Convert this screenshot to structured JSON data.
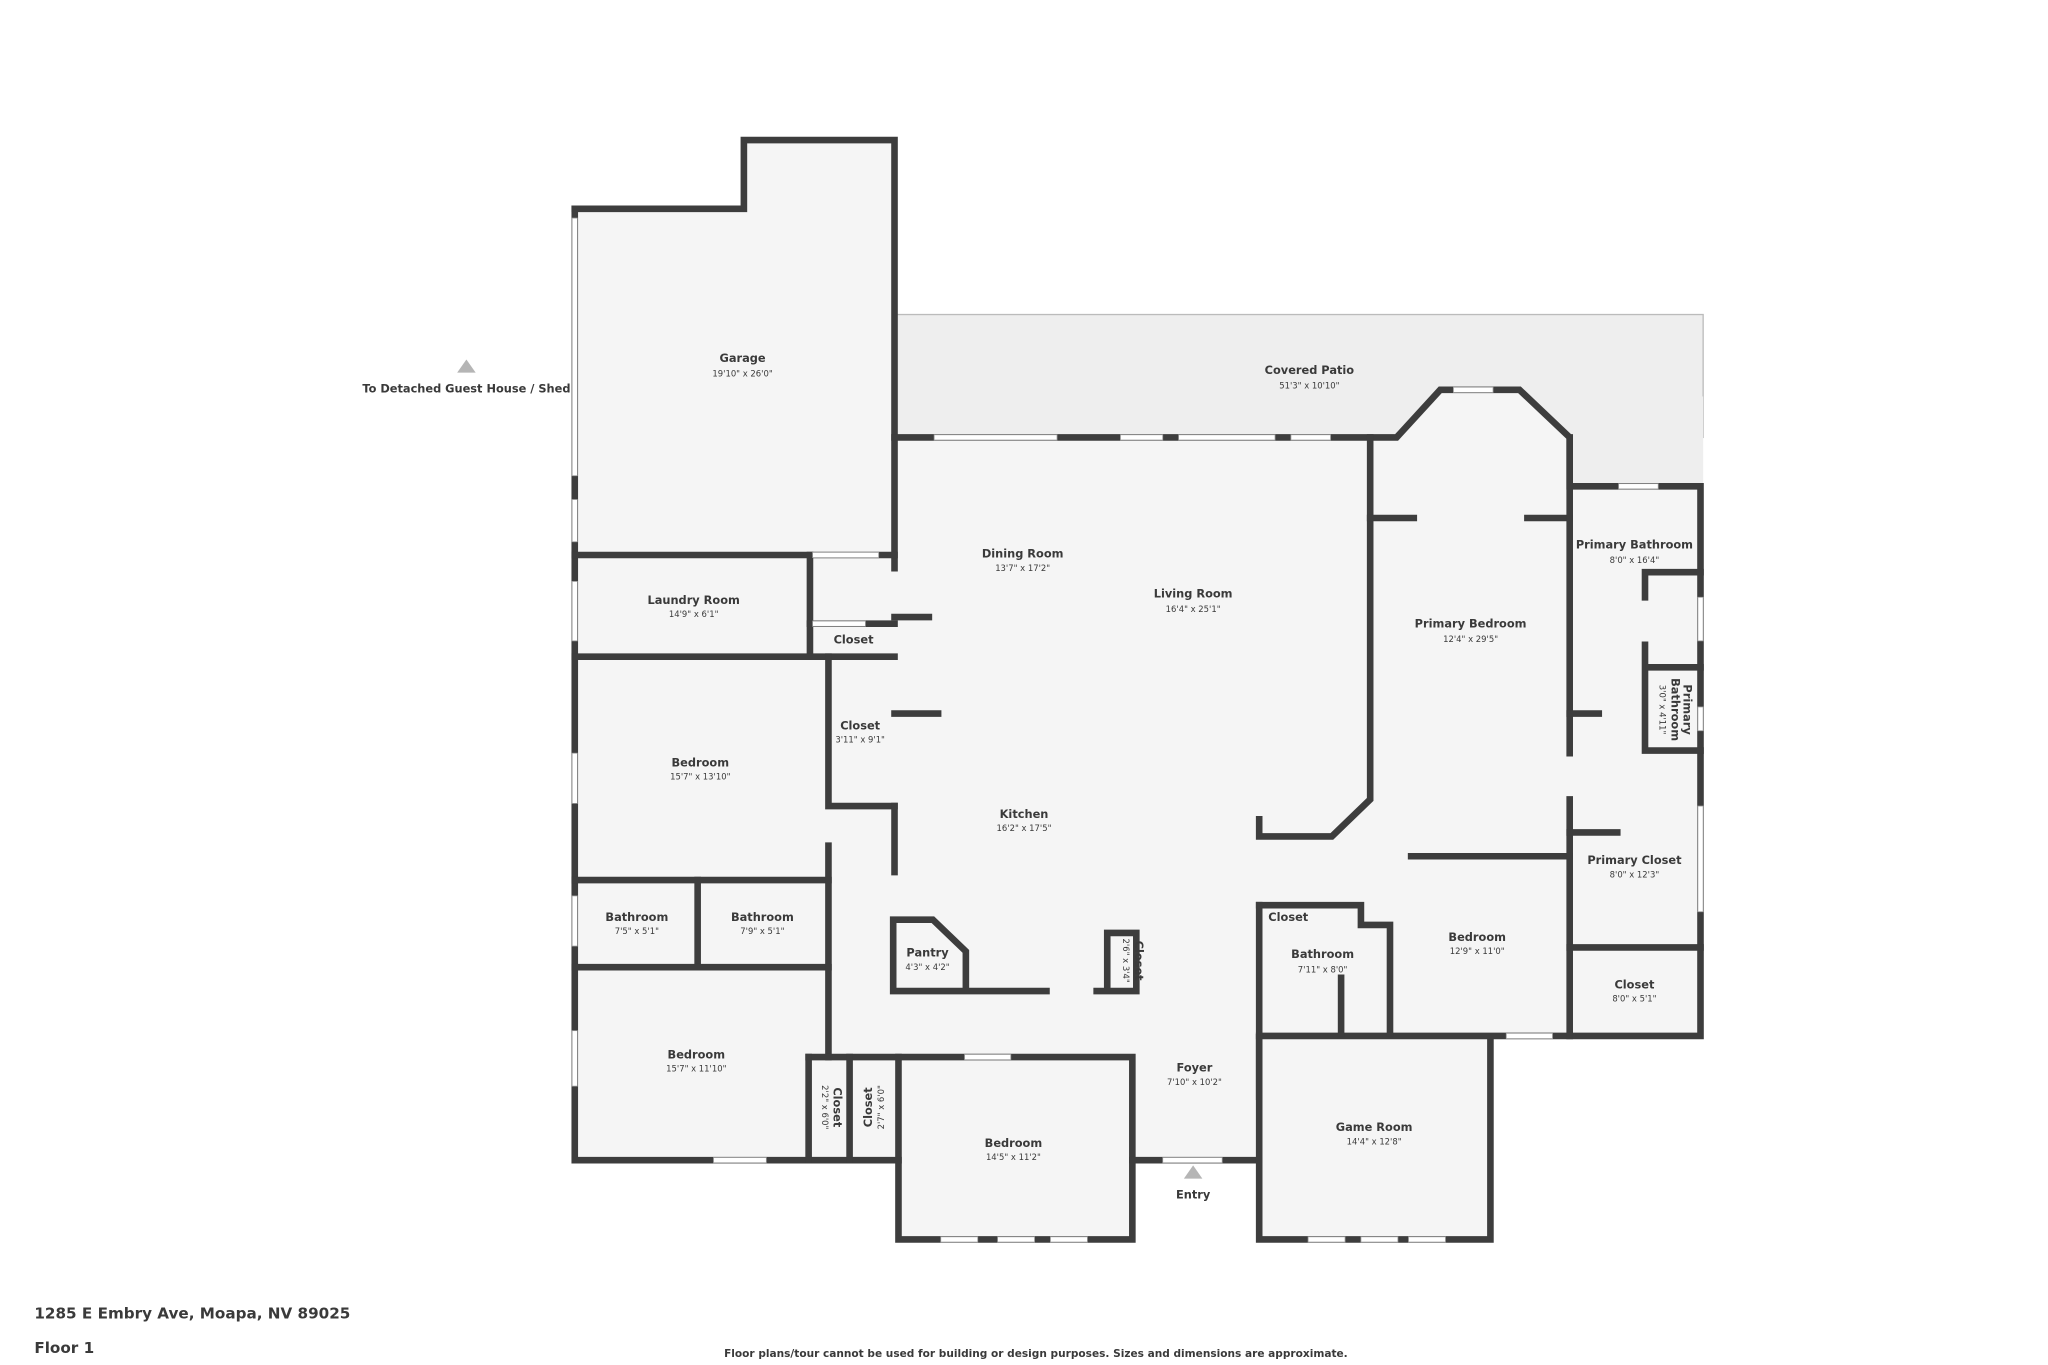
{
  "plan": {
    "rooms": {
      "garage": {
        "name": "Garage",
        "dims": "19'10\" x 26'0\""
      },
      "patio": {
        "name": "Covered Patio",
        "dims": "51'3\" x 10'10\""
      },
      "dining": {
        "name": "Dining Room",
        "dims": "13'7\" x 17'2\""
      },
      "living": {
        "name": "Living Room",
        "dims": "16'4\" x 25'1\""
      },
      "primary_bedroom": {
        "name": "Primary Bedroom",
        "dims": "12'4\" x 29'5\""
      },
      "primary_bathroom": {
        "name": "Primary Bathroom",
        "dims": "8'0\" x 16'4\""
      },
      "primary_bathroom_small": {
        "name_line1": "Primary",
        "name_line2": "Bathroom",
        "dims": "3'0\" x 4'11\""
      },
      "laundry": {
        "name": "Laundry Room",
        "dims": "14'9\" x 6'1\""
      },
      "closet_laundry": {
        "name": "Closet"
      },
      "closet_hall": {
        "name": "Closet",
        "dims": "3'11\" x 9'1\""
      },
      "bedroom_1": {
        "name": "Bedroom",
        "dims": "15'7\" x 13'10\""
      },
      "kitchen": {
        "name": "Kitchen",
        "dims": "16'2\" x 17'5\""
      },
      "bathroom_1": {
        "name": "Bathroom",
        "dims": "7'5\" x 5'1\""
      },
      "bathroom_2": {
        "name": "Bathroom",
        "dims": "7'9\" x 5'1\""
      },
      "pantry": {
        "name": "Pantry",
        "dims": "4'3\" x 4'2\""
      },
      "closet_kitchen": {
        "name": "Closet",
        "dims": "2'6\" x 3'4\""
      },
      "closet_bath3": {
        "name": "Closet"
      },
      "bathroom_3": {
        "name": "Bathroom",
        "dims": "7'11\" x 8'0\""
      },
      "bedroom_3": {
        "name": "Bedroom",
        "dims": "12'9\" x 11'0\""
      },
      "primary_closet": {
        "name": "Primary Closet",
        "dims": "8'0\" x 12'3\""
      },
      "closet_right": {
        "name": "Closet",
        "dims": "8'0\" x 5'1\""
      },
      "bedroom_2": {
        "name": "Bedroom",
        "dims": "15'7\" x 11'10\""
      },
      "closet_a": {
        "name": "Closet",
        "dims": "2'2\" x 6'0\""
      },
      "closet_b": {
        "name": "Closet",
        "dims": "2'7\" x 6'0\""
      },
      "bedroom_4": {
        "name": "Bedroom",
        "dims": "14'5\" x 11'2\""
      },
      "foyer": {
        "name": "Foyer",
        "dims": "7'10\" x 10'2\""
      },
      "game_room": {
        "name": "Game Room",
        "dims": "14'4\" x 12'8\""
      }
    },
    "markers": {
      "guest_house": "To Detached Guest House / Shed",
      "entry": "Entry"
    },
    "colors": {
      "wall": "#3d3d3d",
      "floor": "#f5f5f5",
      "patio": "#eeeeee",
      "marker": "#b5b5b5"
    }
  },
  "footer": {
    "address": "1285 E Embry Ave, Moapa, NV 89025",
    "floor": "Floor 1",
    "disclaimer": "Floor plans/tour cannot be used for building or design purposes. Sizes and dimensions are approximate."
  }
}
